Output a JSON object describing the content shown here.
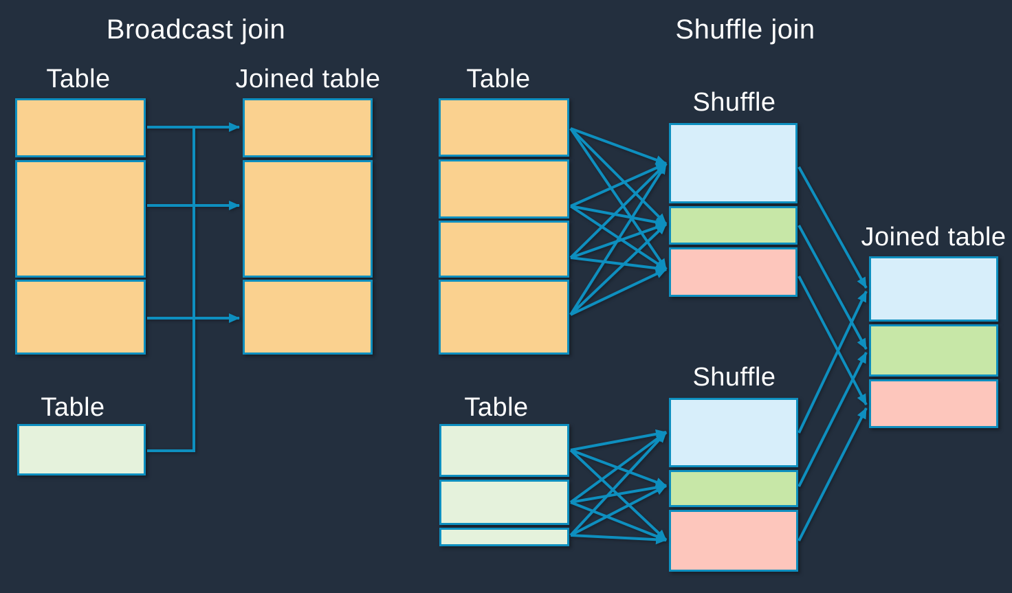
{
  "colors": {
    "background": "#232F3E",
    "connector": "#0E8FBF",
    "table_orange": "#FAD18F",
    "table_light_green": "#E5F2DC",
    "partition_blue": "#D7EEFA",
    "partition_green": "#C7E7A7",
    "partition_pink": "#FDC6BC",
    "text": "#FFFFFF"
  },
  "broadcast": {
    "title": "Broadcast join",
    "large_table_label": "Table",
    "joined_table_label": "Joined table",
    "small_table_label": "Table"
  },
  "shuffle": {
    "title": "Shuffle join",
    "top_table_label": "Table",
    "top_shuffle_label": "Shuffle",
    "bottom_table_label": "Table",
    "bottom_shuffle_label": "Shuffle",
    "joined_table_label": "Joined table"
  }
}
